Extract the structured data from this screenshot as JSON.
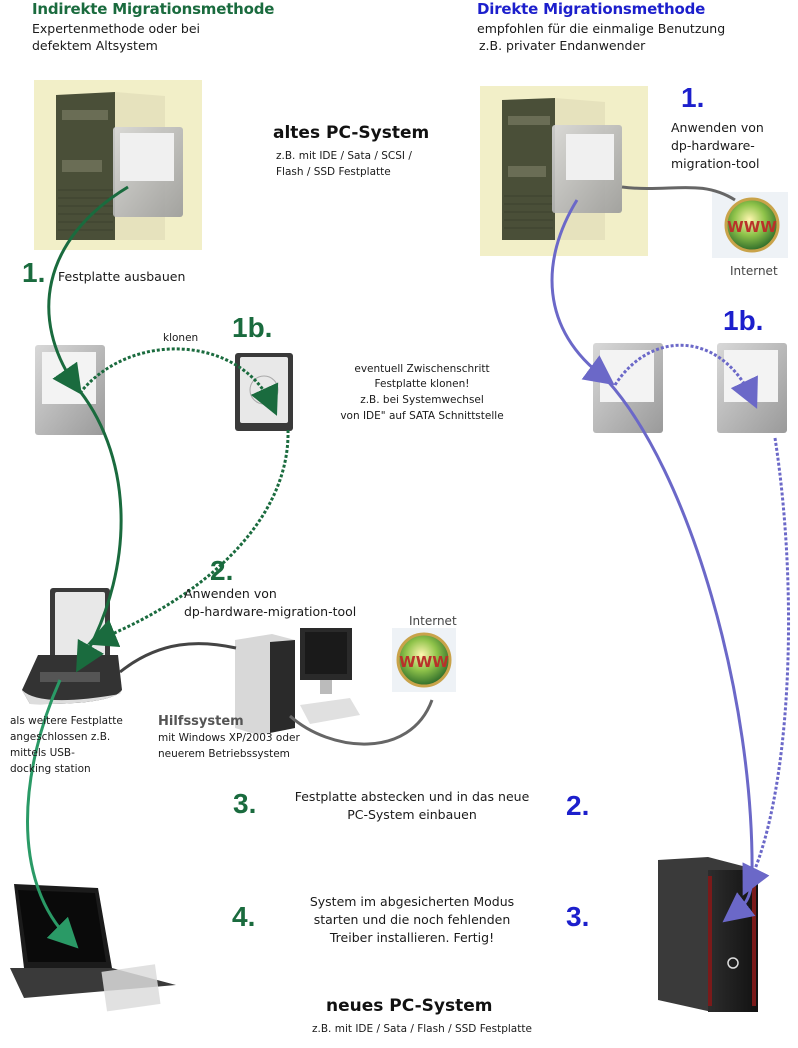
{
  "left_column": {
    "heading": "Indirekte Migrationsmethode",
    "subheading_line1": "Expertenmethode oder bei",
    "subheading_line2": "defektem Altsystem",
    "accent_color": "#1a6b3e"
  },
  "right_column": {
    "heading": "Direkte Migrationsmethode",
    "subheading_line1": "empfohlen für die einmalige Benutzung",
    "subheading_line2": "z.B. privater Endanwender",
    "accent_color": "#1c1fcc"
  },
  "old_system": {
    "title": "altes PC-System",
    "desc_line1": "z.B. mit IDE / Sata / SCSI /",
    "desc_line2": "Flash / SSD Festplatte"
  },
  "indirect_steps": {
    "step1_num": "1.",
    "step1_text": "Festplatte ausbauen",
    "step1b_num": "1b.",
    "clone_label": "klonen",
    "clone_note_line1": "eventuell Zwischenschritt",
    "clone_note_line2": "Festplatte klonen!",
    "clone_note_line3": "z.B. bei Systemwechsel",
    "clone_note_line4": "von IDE\" auf SATA Schnittstelle",
    "step2_num": "2.",
    "step2_line1": "Anwenden von",
    "step2_line2": "dp-hardware-migration-tool",
    "docking_line1": "als weitere Festplatte",
    "docking_line2": "angeschlossen z.B.",
    "docking_line3": "mittels USB-",
    "docking_line4": "docking station",
    "helper_title": "Hilfssystem",
    "helper_line1": "mit Windows XP/2003 oder",
    "helper_line2": "neuerem Betriebssystem",
    "internet_label": "Internet",
    "step3_num": "3.",
    "step4_num": "4."
  },
  "direct_steps": {
    "step1_num": "1.",
    "step1_line1": "Anwenden von",
    "step1_line2": "dp-hardware-",
    "step1_line3": "migration-tool",
    "internet_label": "Internet",
    "step1b_num": "1b.",
    "step2_num": "2.",
    "step3_num": "3."
  },
  "shared_steps": {
    "unplug_line1": "Festplatte abstecken und in das neue",
    "unplug_line2": "PC-System einbauen",
    "safe_mode_line1": "System im abgesicherten Modus",
    "safe_mode_line2": "starten und die noch fehlenden",
    "safe_mode_line3": "Treiber installieren. Fertig!"
  },
  "new_system": {
    "title": "neues PC-System",
    "desc": "z.B. mit IDE / Sata / Flash / SSD Festplatte"
  },
  "www_badge": "WWW"
}
